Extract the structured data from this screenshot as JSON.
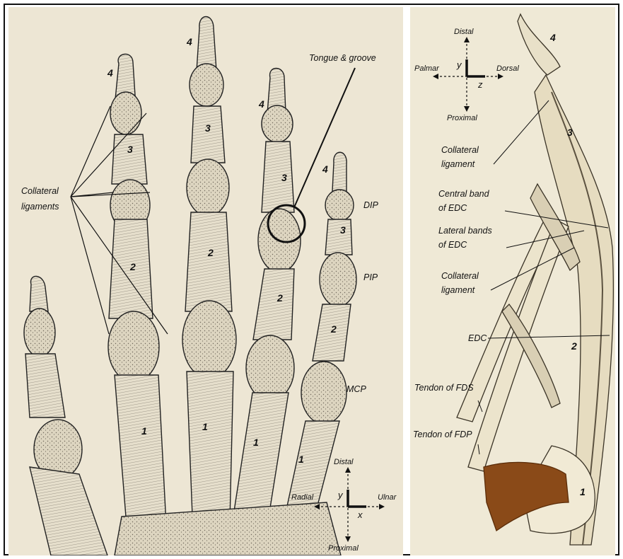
{
  "left_panel": {
    "tongue_groove_label": "Tongue & groove",
    "collateral_label_line1": "Collateral",
    "collateral_label_line2": "ligaments",
    "joint_labels": {
      "dip": "DIP",
      "pip": "PIP",
      "mcp": "MCP"
    },
    "phalanx_numbers": [
      "1",
      "2",
      "3",
      "4"
    ],
    "axes": {
      "top": "Distal",
      "bottom": "Proximal",
      "left": "Radial",
      "right": "Ulnar",
      "y": "y",
      "x": "x"
    }
  },
  "right_panel": {
    "labels": {
      "collateral_1_line1": "Collateral",
      "collateral_1_line2": "ligament",
      "central_band_line1": "Central band",
      "central_band_line2": "of EDC",
      "lateral_bands_line1": "Lateral bands",
      "lateral_bands_line2": "of EDC",
      "collateral_2_line1": "Collateral",
      "collateral_2_line2": "ligament",
      "edc": "EDC",
      "tendon_fds": "Tendon of FDS",
      "tendon_fdp": "Tendon of FDP"
    },
    "phalanx_numbers": [
      "1",
      "2",
      "3",
      "4"
    ],
    "axes": {
      "top": "Distal",
      "bottom": "Proximal",
      "left": "Palmar",
      "right": "Dorsal",
      "y": "y",
      "z": "z"
    }
  },
  "colors": {
    "paper_left": "#ede6d4",
    "paper_right": "#efe9d6",
    "bone_fill": "#e4dcc8",
    "bone_spongy": "#d6ceb9",
    "ink": "#111111",
    "muscle_brown": "#8a4a18"
  }
}
